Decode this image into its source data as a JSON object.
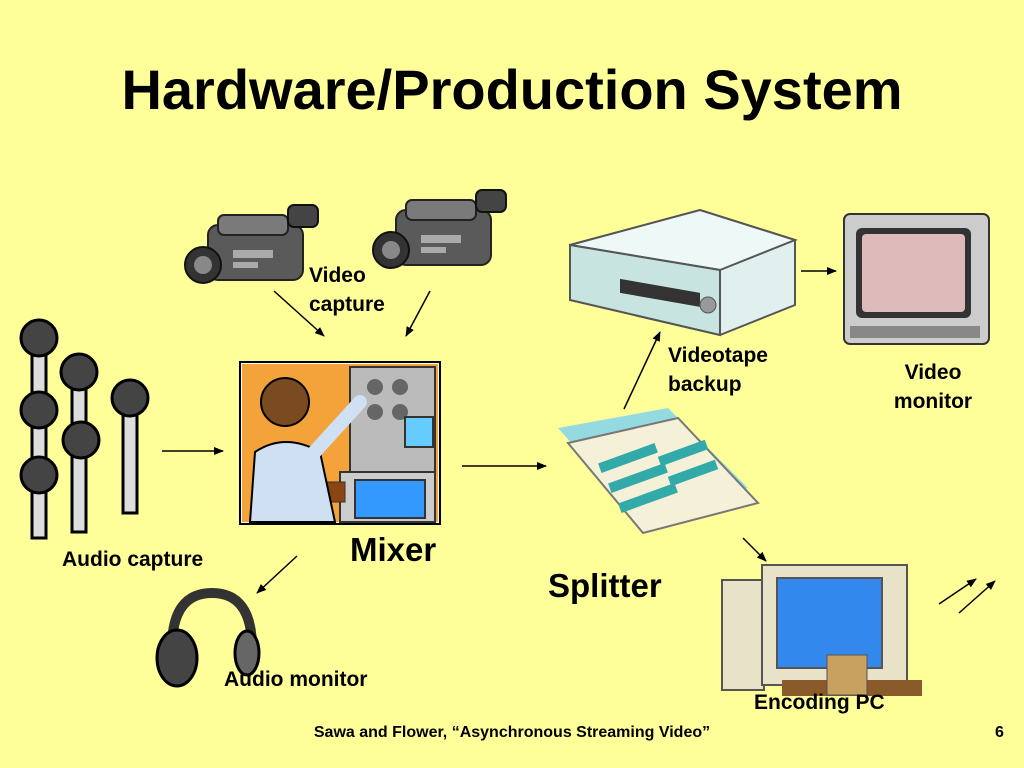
{
  "title": "Hardware/Production System",
  "labels": {
    "video_capture": [
      "Video",
      "capture"
    ],
    "audio_capture": "Audio capture",
    "mixer": "Mixer",
    "audio_monitor": "Audio monitor",
    "splitter": "Splitter",
    "videotape_backup": [
      "Videotape",
      "backup"
    ],
    "video_monitor": [
      "Video",
      "monitor"
    ],
    "encoding_pc": "Encoding PC"
  },
  "footer": {
    "citation": "Sawa and Flower, “Asynchronous Streaming Video”",
    "page_number": "6"
  },
  "icons": [
    "camcorder-icon",
    "camcorder-icon",
    "microphone-icon",
    "mixer-operator-icon",
    "headphones-icon",
    "splitter-icon",
    "vcr-icon",
    "tv-monitor-icon",
    "computer-icon"
  ],
  "colors": {
    "background": "#FFFF99",
    "text": "#000000"
  }
}
